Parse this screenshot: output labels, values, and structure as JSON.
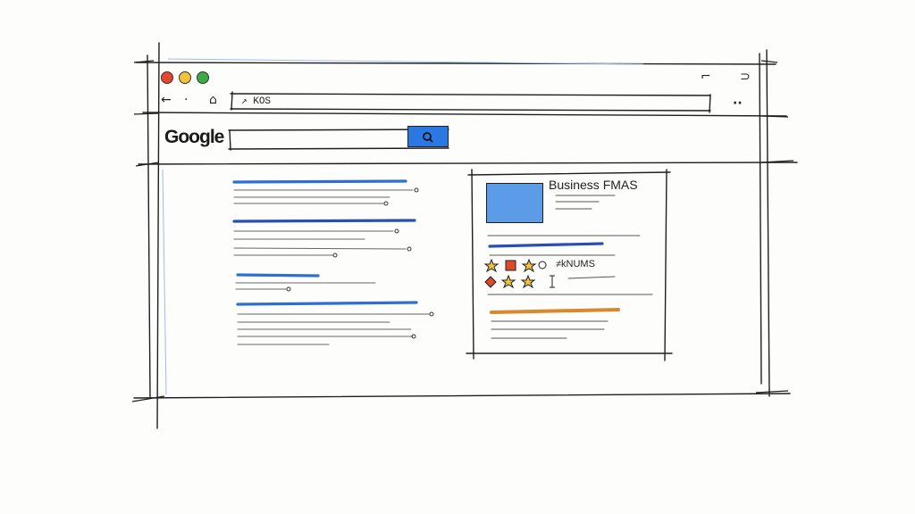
{
  "browser": {
    "window_controls": [
      {
        "name": "close",
        "color": "#e8452c"
      },
      {
        "name": "minimize",
        "color": "#f2c33a"
      },
      {
        "name": "maximize",
        "color": "#3caa45"
      }
    ],
    "nav": {
      "back_glyph": "←",
      "forward_glyph": "·",
      "home_glyph": "⌂"
    },
    "address_bar": {
      "value": "↗ KOS"
    },
    "top_right_glyphs": [
      "⌐",
      "⊃"
    ],
    "menu_glyph": "··"
  },
  "search": {
    "logo": "Google",
    "query": "",
    "button_icon": "search-icon",
    "button_color": "#2b78e4"
  },
  "results": {
    "count": 4,
    "link_color": "#2f6fd0"
  },
  "knowledge_panel": {
    "title": "Business FMAS",
    "rating_text": "≠kNUMS",
    "image_color": "#5b9be8",
    "bar_color": "#d9892b",
    "accent_color": "#2a4fb0"
  }
}
